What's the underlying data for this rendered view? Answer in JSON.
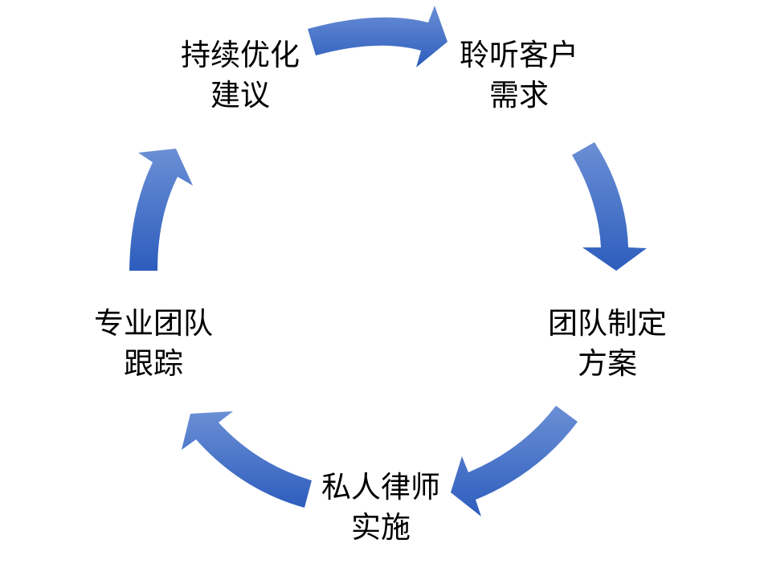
{
  "colors": {
    "arrow_light": "#6b8fd5",
    "arrow_dark": "#2d5dbd",
    "text": "#000000"
  },
  "steps": [
    {
      "line1": "聆听客户",
      "line2": "需求"
    },
    {
      "line1": "团队制定",
      "line2": "方案"
    },
    {
      "line1": "私人律师",
      "line2": "实施"
    },
    {
      "line1": "专业团队",
      "line2": "跟踪"
    },
    {
      "line1": "持续优化",
      "line2": "建议"
    }
  ]
}
